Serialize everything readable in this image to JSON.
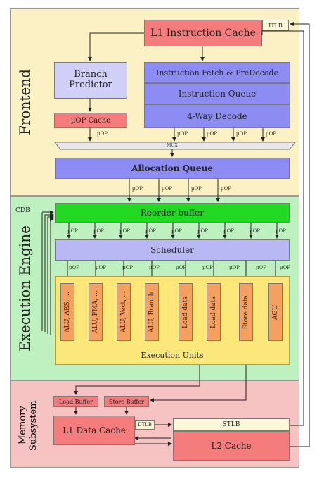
{
  "sections": {
    "frontend": "Frontend",
    "execution_engine": "Execution Engine",
    "memory_subsystem": "Memory Subsystem"
  },
  "frontend": {
    "l1_instruction_cache": "L1 Instruction Cache",
    "itlb": "ITLB",
    "branch_predictor": "Branch Predictor",
    "uop_cache": "µOP Cache",
    "instruction_fetch": "Instruction Fetch & PreDecode",
    "instruction_queue": "Instruction Queue",
    "decode": "4-Way Decode",
    "mux": "MUX",
    "allocation_queue": "Allocation Queue",
    "uop_label": "µOP"
  },
  "execution": {
    "cdb": "CDB",
    "reorder_buffer": "Reorder buffer",
    "scheduler": "Scheduler",
    "uop_label": "µOP",
    "units": [
      "ALU, AES, ...",
      "ALU, FMA, ...",
      "ALU, Vect, ...",
      "ALU, Branch",
      "Load data",
      "Load data",
      "Store data",
      "AGU"
    ],
    "execution_units": "Execution Units"
  },
  "memory": {
    "load_buffer": "Load Buffer",
    "store_buffer": "Store Buffer",
    "l1_data_cache": "L1 Data Cache",
    "dtlb": "DTLB",
    "stlb": "STLB",
    "l2_cache": "L2 Cache"
  }
}
